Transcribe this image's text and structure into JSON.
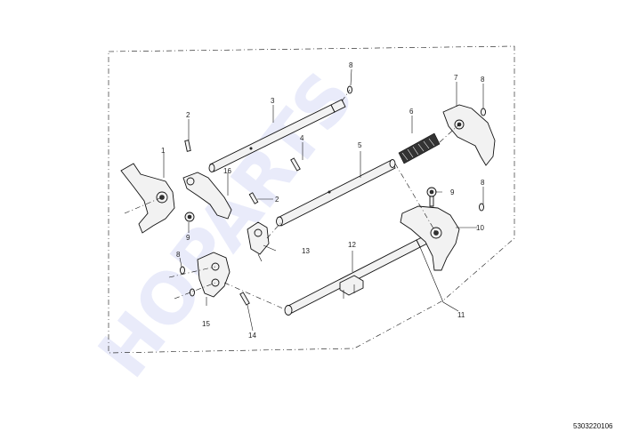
{
  "diagram": {
    "callouts": {
      "c1": "1",
      "c2a": "2",
      "c2b": "2",
      "c3": "3",
      "c4": "4",
      "c5": "5",
      "c6": "6",
      "c7": "7",
      "c8a": "8",
      "c8b": "8",
      "c8c": "8",
      "c8d": "8",
      "c9a": "9",
      "c9b": "9",
      "c10": "10",
      "c11": "11",
      "c12": "12",
      "c13": "13",
      "c14": "14",
      "c15": "15",
      "c16": "16"
    },
    "reference_code": "5303220106",
    "watermark": "HOPARTS"
  }
}
